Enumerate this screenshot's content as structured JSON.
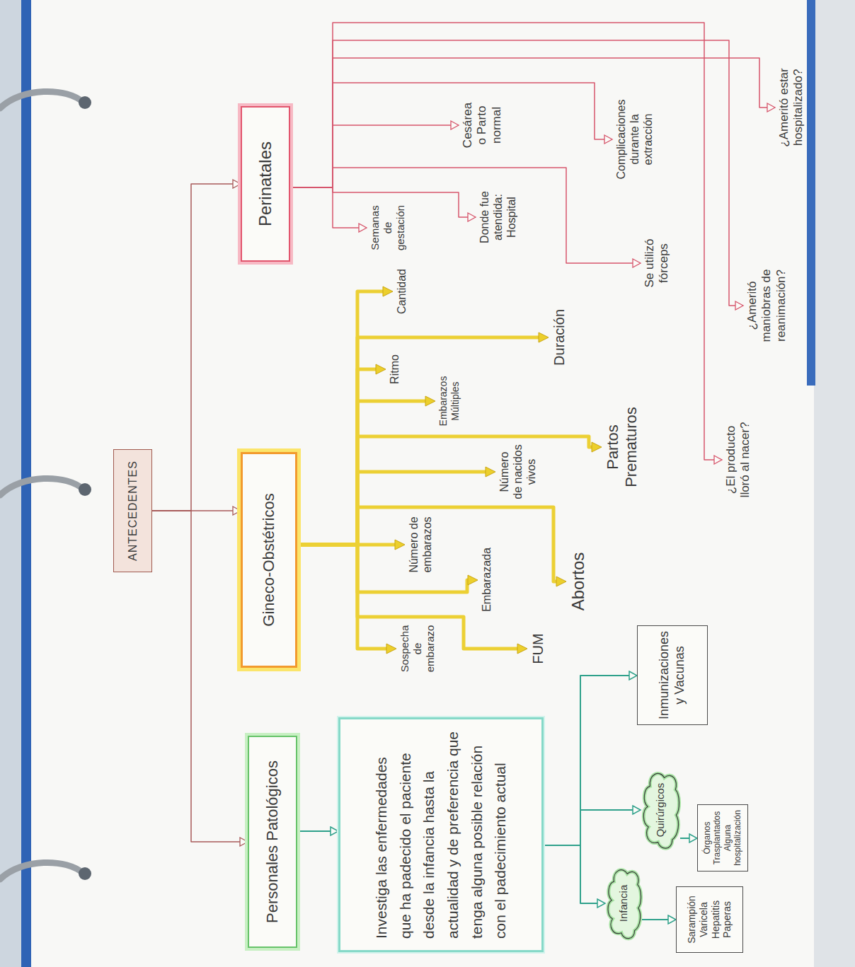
{
  "diagram": {
    "nodes": [
      {
        "text": [
          "ANTECEDENTES"
        ]
      },
      {
        "text": [
          "Personales Patológicos"
        ]
      },
      {
        "text": [
          "Gineco-Obstétricos"
        ]
      },
      {
        "text": [
          "Perinatales"
        ]
      },
      {
        "text": [
          "Investiga las enfermedades que ha padecido el paciente desde la infancia hasta la actualidad y de preferencia que tenga alguna posible relación con el padecimiento actual"
        ]
      },
      {
        "text": [
          "Infancia"
        ]
      },
      {
        "text": [
          "Quirúrgicos"
        ]
      },
      {
        "text": [
          "Inmunizaciones y Vacunas"
        ]
      },
      {
        "text": [
          "Sarampión Varicela Hepatitis Paperas"
        ]
      },
      {
        "text": [
          "Órganos Trasplantados Alguna hospitalización"
        ]
      },
      {
        "text": [
          "Sospecha de embarazo"
        ]
      },
      {
        "text": [
          "FUM"
        ]
      },
      {
        "text": [
          "Embarazada"
        ]
      },
      {
        "text": [
          "Número de embarazos"
        ]
      },
      {
        "text": [
          "Abortos"
        ]
      },
      {
        "text": [
          "Número de nacidos vivos"
        ]
      },
      {
        "text": [
          "Embarazos Múltiples"
        ]
      },
      {
        "text": [
          "Partos Prematuros"
        ]
      },
      {
        "text": [
          "Ritmo"
        ]
      },
      {
        "text": [
          "Duración"
        ]
      },
      {
        "text": [
          "Cantidad"
        ]
      },
      {
        "text": [
          "Semanas de gestación"
        ]
      },
      {
        "text": [
          "Donde fue atendida: Hospital"
        ]
      },
      {
        "text": [
          "Cesárea o Parto normal"
        ]
      },
      {
        "text": [
          "Se utilizó fórceps"
        ]
      },
      {
        "text": [
          "Complicaciones durante la extracción"
        ]
      },
      {
        "text": [
          "¿El producto lloró al nacer?"
        ]
      },
      {
        "text": [
          "¿Ameritó maniobras de reanimación?"
        ]
      },
      {
        "text": [
          "¿Ameritó estar hospitalizado?"
        ]
      }
    ],
    "edges": [
      {
        "from": 0,
        "to": 1,
        "arrow": "to"
      },
      {
        "from": 0,
        "to": 2,
        "arrow": "to"
      },
      {
        "from": 0,
        "to": 3,
        "arrow": "to"
      },
      {
        "from": 1,
        "to": 4,
        "arrow": "to"
      },
      {
        "from": 4,
        "to": 5,
        "arrow": "to"
      },
      {
        "from": 4,
        "to": 6,
        "arrow": "to"
      },
      {
        "from": 4,
        "to": 7,
        "arrow": "to"
      },
      {
        "from": 5,
        "to": 8,
        "arrow": "to"
      },
      {
        "from": 6,
        "to": 9,
        "arrow": "to"
      },
      {
        "from": 2,
        "to": 10,
        "arrow": "to"
      },
      {
        "from": 2,
        "to": 11,
        "arrow": "to"
      },
      {
        "from": 2,
        "to": 12,
        "arrow": "to"
      },
      {
        "from": 2,
        "to": 13,
        "arrow": "to"
      },
      {
        "from": 2,
        "to": 14,
        "arrow": "to"
      },
      {
        "from": 2,
        "to": 15,
        "arrow": "to"
      },
      {
        "from": 2,
        "to": 16,
        "arrow": "to"
      },
      {
        "from": 2,
        "to": 17,
        "arrow": "to"
      },
      {
        "from": 2,
        "to": 18,
        "arrow": "to"
      },
      {
        "from": 2,
        "to": 19,
        "arrow": "to"
      },
      {
        "from": 2,
        "to": 20,
        "arrow": "to"
      },
      {
        "from": 3,
        "to": 21,
        "arrow": "to"
      },
      {
        "from": 3,
        "to": 22,
        "arrow": "to"
      },
      {
        "from": 3,
        "to": 23,
        "arrow": "to"
      },
      {
        "from": 3,
        "to": 24,
        "arrow": "to"
      },
      {
        "from": 3,
        "to": 25,
        "arrow": "to"
      },
      {
        "from": 3,
        "to": 26,
        "arrow": "to"
      },
      {
        "from": 3,
        "to": 27,
        "arrow": "to"
      },
      {
        "from": 3,
        "to": 28,
        "arrow": "to"
      }
    ]
  }
}
